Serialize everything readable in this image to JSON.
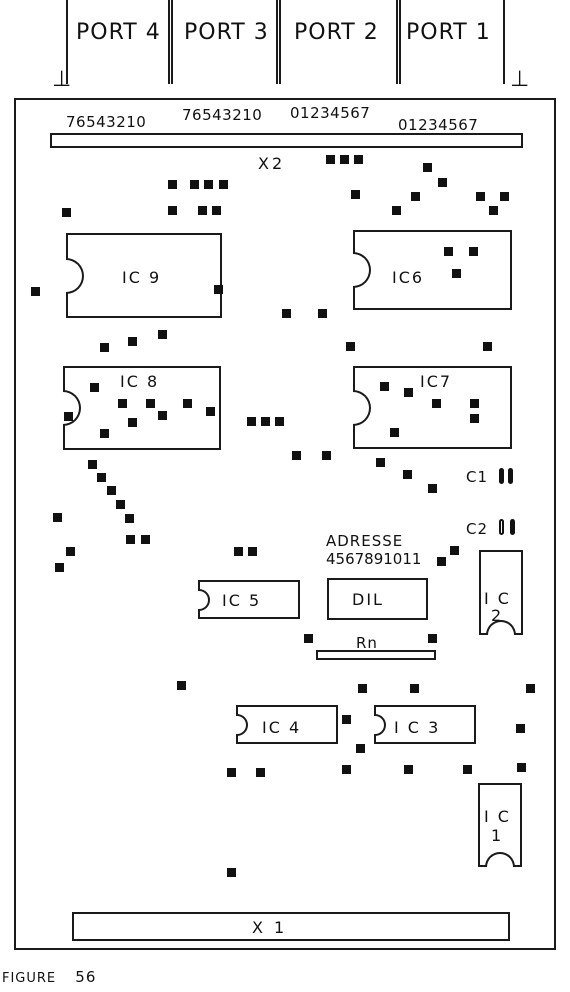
{
  "ports": [
    {
      "label": "PORT 4"
    },
    {
      "label": "PORT 3"
    },
    {
      "label": "PORT 2"
    },
    {
      "label": "PORT 1"
    }
  ],
  "pin_rows": {
    "port4": "76543210",
    "port3": "76543210",
    "port2": "01234567",
    "port1": "01234567"
  },
  "connectors": {
    "x2": "X2",
    "x1": "X 1"
  },
  "ics": {
    "ic9": "IC 9",
    "ic6": "IC6",
    "ic8": "IC 8",
    "ic7": "IC7",
    "ic5": "IC 5",
    "dil": "DIL",
    "ic4": "IC 4",
    "ic3": "I C 3",
    "ic2_top": "I C",
    "ic2_num": "2",
    "ic1_top": "I C",
    "ic1_num": "1"
  },
  "labels": {
    "adresse": "ADRESSE",
    "adresse_bits": "4567891011",
    "rn": "Rn",
    "c1": "C1",
    "c2": "C2"
  },
  "caption": {
    "figure": "FIGURE",
    "number": "56"
  }
}
